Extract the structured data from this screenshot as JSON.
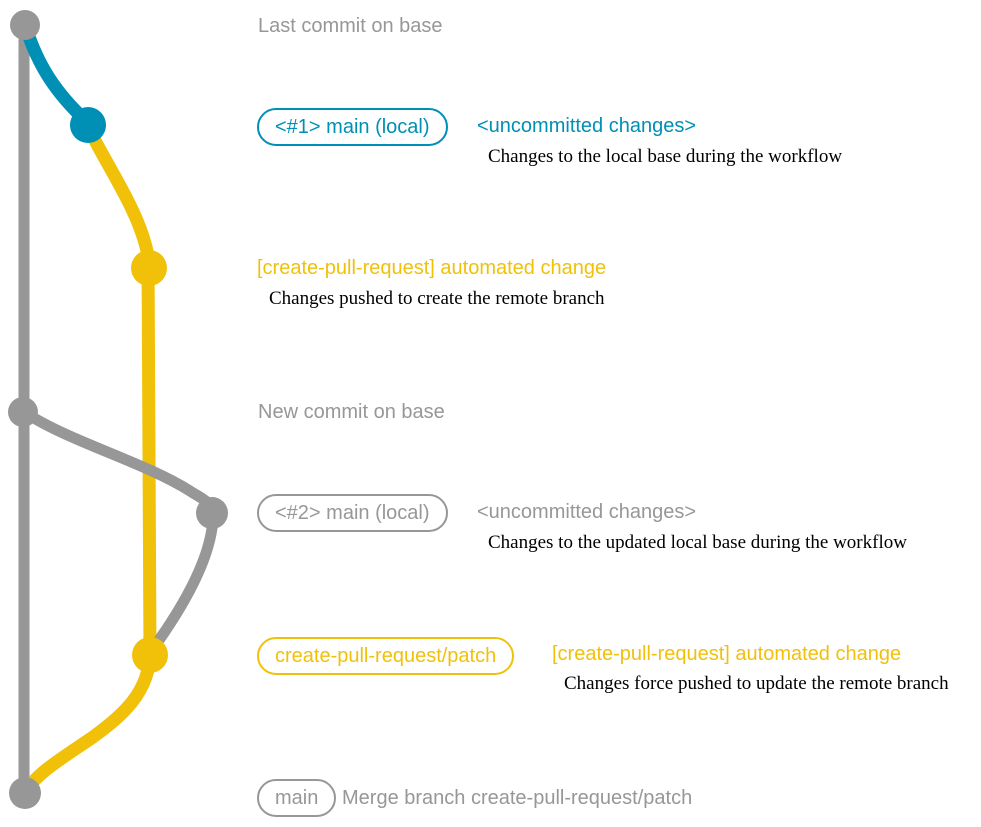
{
  "colors": {
    "gray": "#979797",
    "teal": "#008fb5",
    "yellow": "#f1c109",
    "note": "#000000",
    "background": "#ffffff"
  },
  "headings": {
    "last_commit": "Last commit on base",
    "new_commit": "New commit on base"
  },
  "commits": {
    "main1": {
      "pill": "<#1> main (local)",
      "message": "<uncommitted changes>",
      "note": "Changes to the local base during the workflow"
    },
    "patch1": {
      "message": "[create-pull-request] automated change",
      "note": "Changes pushed to create the remote branch"
    },
    "main2": {
      "pill": "<#2> main (local)",
      "message": "<uncommitted changes>",
      "note": "Changes to the updated local base during the workflow"
    },
    "patch2": {
      "pill": "create-pull-request/patch",
      "message": "[create-pull-request] automated change",
      "note": "Changes force pushed to update the remote branch"
    },
    "merge": {
      "pill": "main",
      "message": "Merge branch create-pull-request/patch"
    }
  }
}
